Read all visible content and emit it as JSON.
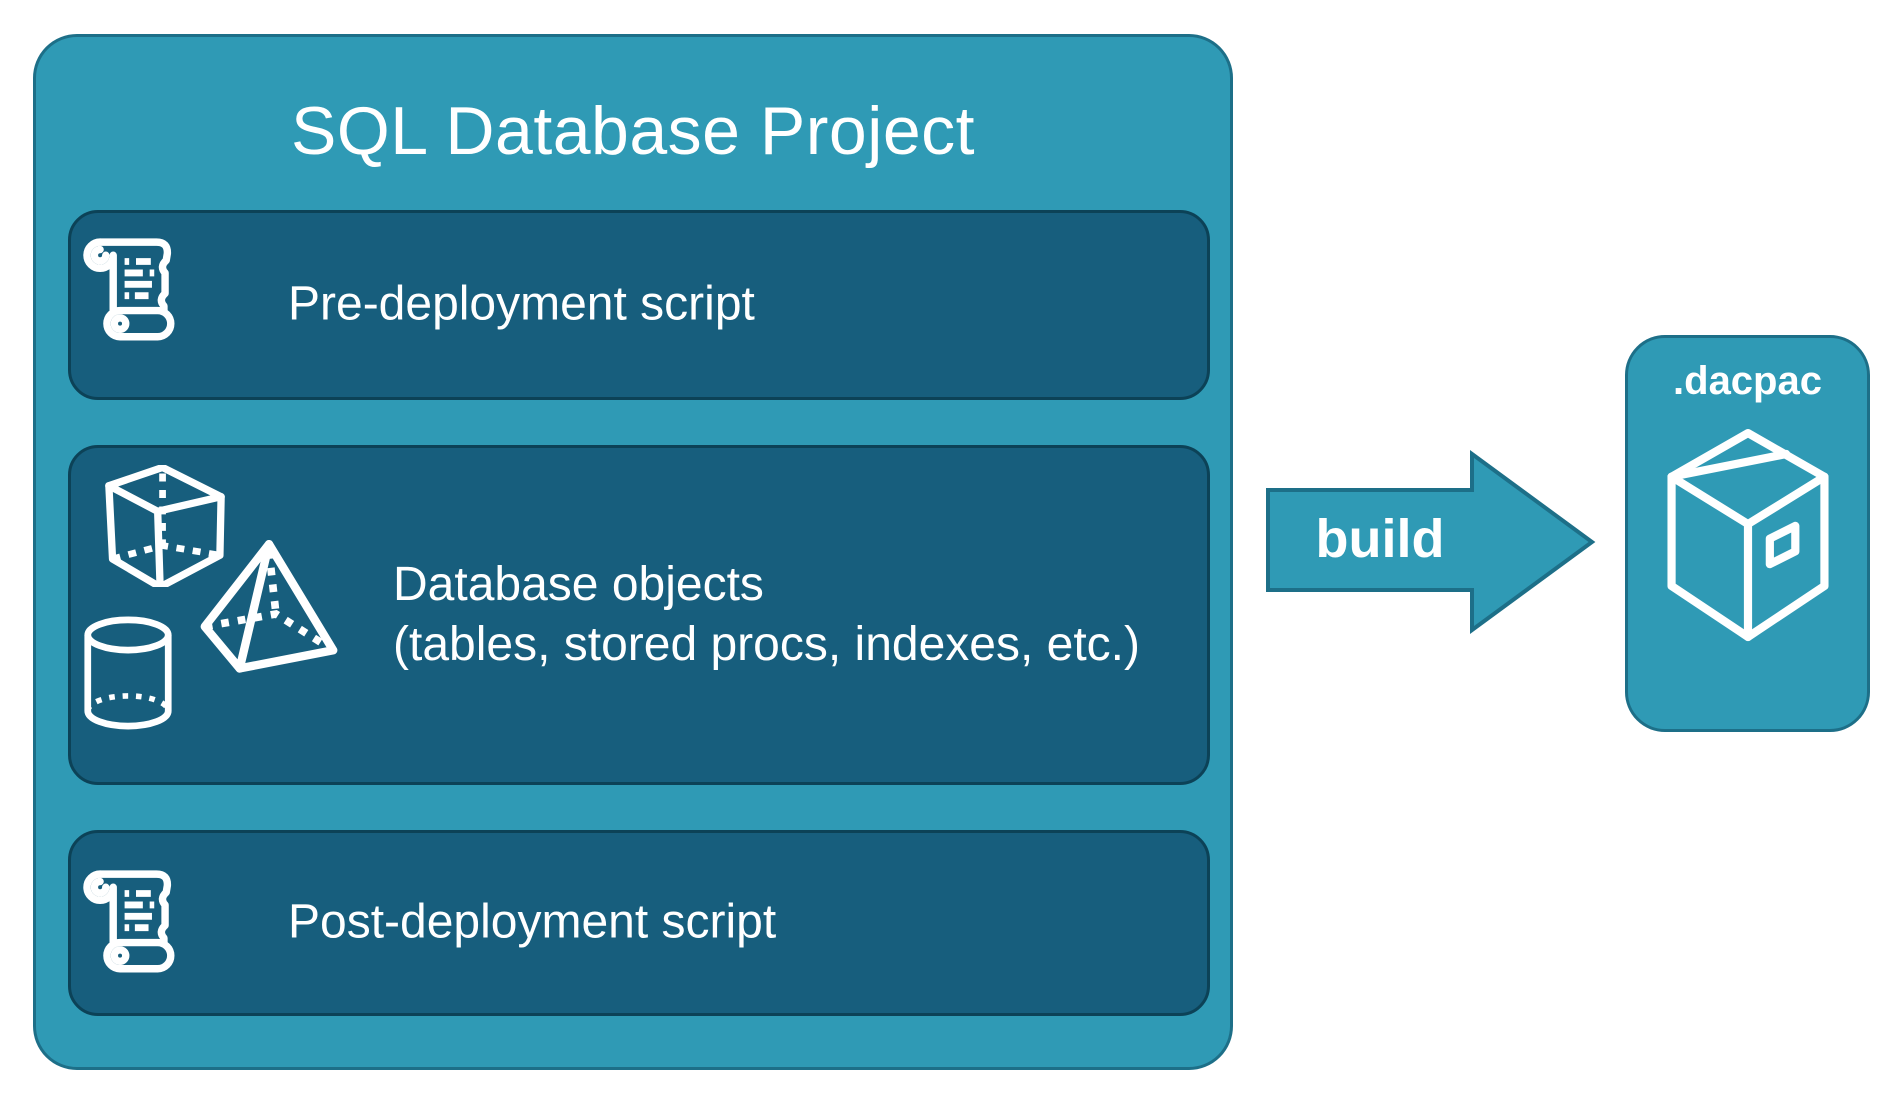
{
  "diagram": {
    "background": "#FFFFFF",
    "colors": {
      "container_fill": "#2F9AB5",
      "container_border": "#1D6F88",
      "item_fill": "#175E7D",
      "item_border": "#0C4257",
      "text": "#FFFFFF"
    },
    "project": {
      "title": "SQL Database Project",
      "items": [
        {
          "icon": "scroll-icon",
          "label": "Pre-deployment script"
        },
        {
          "icons": [
            "cube-icon",
            "pyramid-icon",
            "cylinder-icon"
          ],
          "label_line1": "Database objects",
          "label_line2": "(tables, stored procs, indexes, etc.)"
        },
        {
          "icon": "scroll-icon",
          "label": "Post-deployment script"
        }
      ]
    },
    "arrow": {
      "label": "build",
      "icon": "build-arrow"
    },
    "artifact": {
      "title": ".dacpac",
      "icon": "package-icon"
    }
  }
}
